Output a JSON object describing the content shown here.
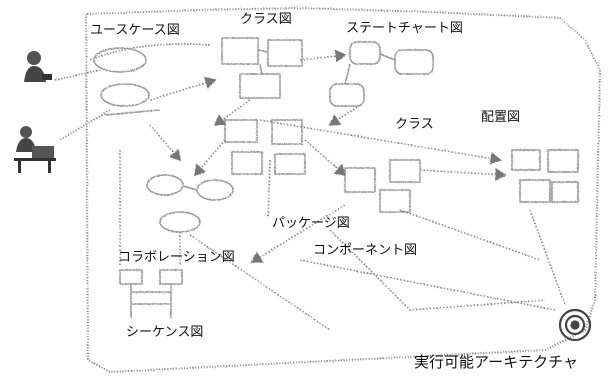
{
  "diagram": {
    "labels": {
      "use_case": "ユースケース図",
      "class_diagram": "クラス図",
      "statechart": "ステートチャート図",
      "class": "クラス",
      "deployment": "配置図",
      "package": "パッケージ図",
      "component": "コンポーネント図",
      "collaboration": "コラボレーション図",
      "sequence": "シーケンス図",
      "executable_architecture": "実行可能アーキテクチャ"
    },
    "icons": {
      "actor_1": "person-icon",
      "actor_2": "person-at-desk-icon",
      "target": "bullseye-icon"
    },
    "colors": {
      "ink": "#111111",
      "pencil": "#8a8a8a"
    }
  }
}
